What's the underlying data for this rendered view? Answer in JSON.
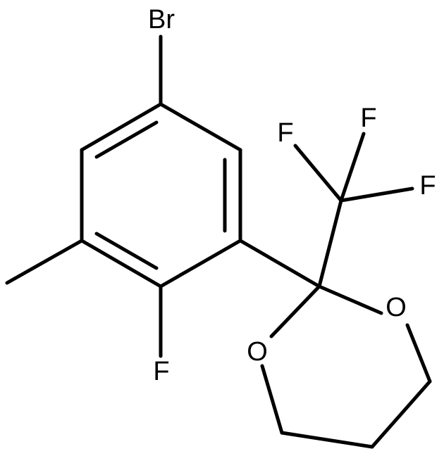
{
  "atoms": {
    "br": "Br",
    "f_ring": "F",
    "f_cf3_left": "F",
    "f_cf3_top": "F",
    "f_cf3_right": "F",
    "o_ring_right": "O",
    "o_ring_left": "O"
  },
  "colors": {
    "bond": "#000000",
    "label": "#000000",
    "background": "#ffffff"
  }
}
